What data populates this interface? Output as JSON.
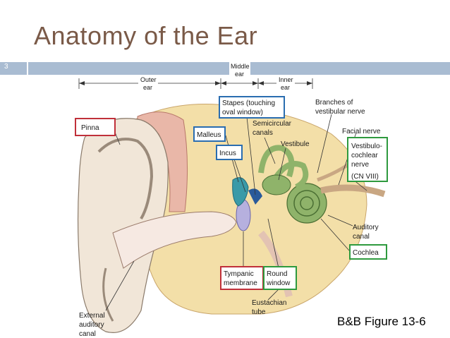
{
  "slide": {
    "title": "Anatomy of the Ear",
    "slide_number": "3",
    "caption": "B&B Figure 13-6"
  },
  "regions": {
    "outer": [
      "Outer",
      "ear"
    ],
    "middle": [
      "Middle",
      "ear"
    ],
    "inner": [
      "Inner",
      "ear"
    ]
  },
  "labels": {
    "pinna": "Pinna",
    "malleus": "Malleus",
    "incus": "Incus",
    "stapes": [
      "Stapes (touching",
      "oval window)"
    ],
    "semicircular": [
      "Semicircular",
      "canals"
    ],
    "vestibule": "Vestibule",
    "branches": [
      "Branches of",
      "vestibular nerve"
    ],
    "facial": "Facial nerve",
    "vestibulocochlear": [
      "Vestibulo-",
      "cochlear",
      "nerve"
    ],
    "cn8": "(CN VIII)",
    "auditory_canal": [
      "Auditory",
      "canal"
    ],
    "cochlea": "Cochlea",
    "tympanic": [
      "Tympanic",
      "membrane"
    ],
    "round_window": [
      "Round",
      "window"
    ],
    "eustachian": [
      "Eustachian",
      "tube"
    ],
    "external": [
      "External",
      "auditory",
      "canal"
    ]
  },
  "colors": {
    "title": "#7a5a48",
    "bar": "#a9bcd2",
    "box_red": "#c0303a",
    "box_blue": "#2a6db0",
    "box_green": "#2e9a3e",
    "bone": "#f3dfa8",
    "skin": "#e9b7a8",
    "cochlea": "#8fb36a",
    "nerve": "#c9a783"
  }
}
